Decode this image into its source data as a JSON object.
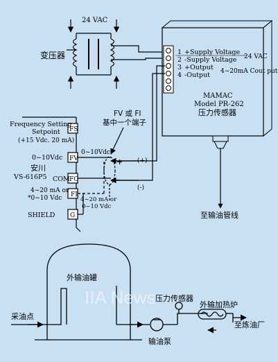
{
  "transformer": {
    "label": "变压器",
    "supply": "24 VAC"
  },
  "sensor_box": {
    "terminals": [
      {
        "num": "1",
        "label": "+Supply Voltage"
      },
      {
        "num": "2",
        "label": "-Supply Voltage"
      },
      {
        "num": "3",
        "label": "+Output"
      },
      {
        "num": "4",
        "label": "-Output"
      }
    ],
    "supply_note": "24 VAC",
    "output_note": "4~20mA Cout put",
    "brand": "MAMAC",
    "model": "Model PR-262",
    "name_cn": "压力传感器",
    "pipe_label": "至输油管线"
  },
  "drive": {
    "freq_label_1": "Frequency Setting",
    "freq_label_2": "Setpoint",
    "supply": "(+15 Vdc. 20 mA)",
    "brand": "安川",
    "model": "VS-616P5",
    "fv_range": "0~10Vdc",
    "ma_range_1": "4~20 mA or",
    "ma_range_2": "*0~10 Vdc",
    "shield": "SHIELD",
    "terminals": [
      "FS",
      "FV",
      "FC",
      "FI",
      "G"
    ],
    "com": "COM"
  },
  "wiring": {
    "note_1": "FV 或 FI",
    "note_2": "基中一个端子",
    "line_fv": "0~10Vdc",
    "line_fi_1": "4~20 mA or",
    "line_fi_2": "0~10 Vdc",
    "plus": "(+)",
    "minus": "(-)",
    "plus_sign": "+",
    "minus_sign": "-"
  },
  "process": {
    "tank": "外输油罐",
    "inlet": "采油点",
    "sensor": "压力传感器",
    "heater": "外输加热炉",
    "outlet": "至炼油厂",
    "pump": "输油泵"
  },
  "watermark": "IIA News"
}
